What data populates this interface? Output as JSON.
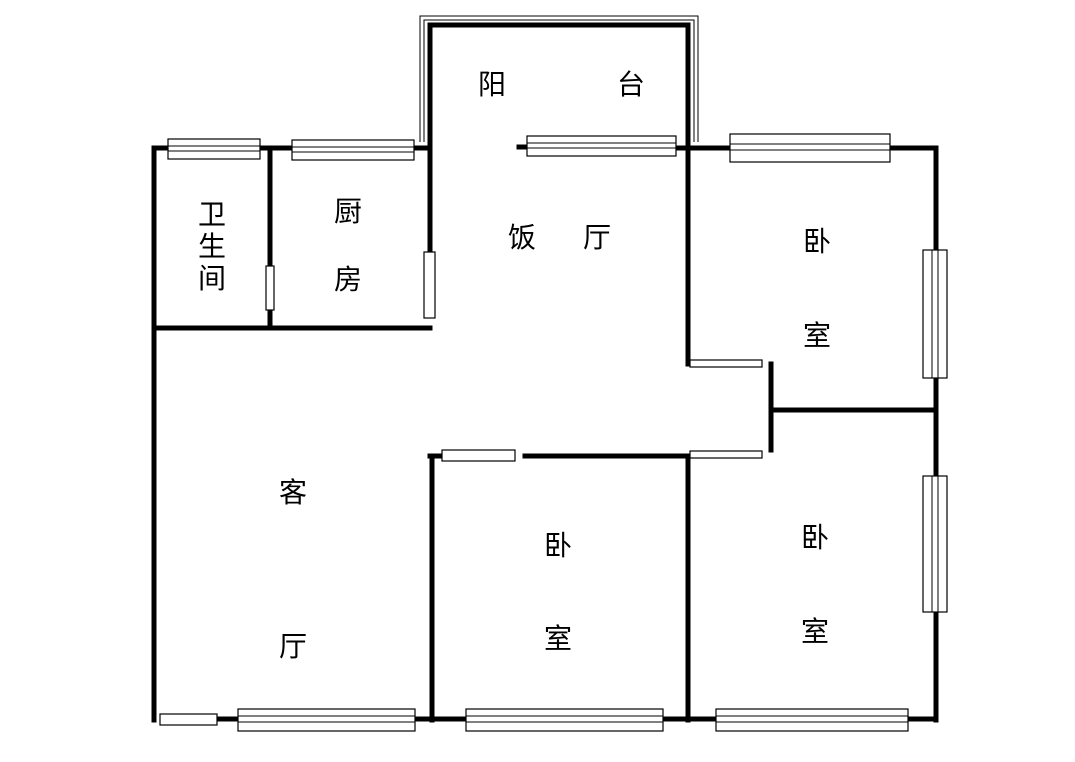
{
  "rooms": {
    "balcony": [
      "阳",
      "台"
    ],
    "dining": [
      "饭",
      "厅"
    ],
    "bathroom": [
      "卫",
      "生",
      "间"
    ],
    "kitchen": [
      "厨",
      "房"
    ],
    "living": [
      "客",
      "厅"
    ],
    "bedroom_ne": [
      "卧",
      "室"
    ],
    "bedroom_mid": [
      "卧",
      "室"
    ],
    "bedroom_se": [
      "卧",
      "室"
    ]
  }
}
